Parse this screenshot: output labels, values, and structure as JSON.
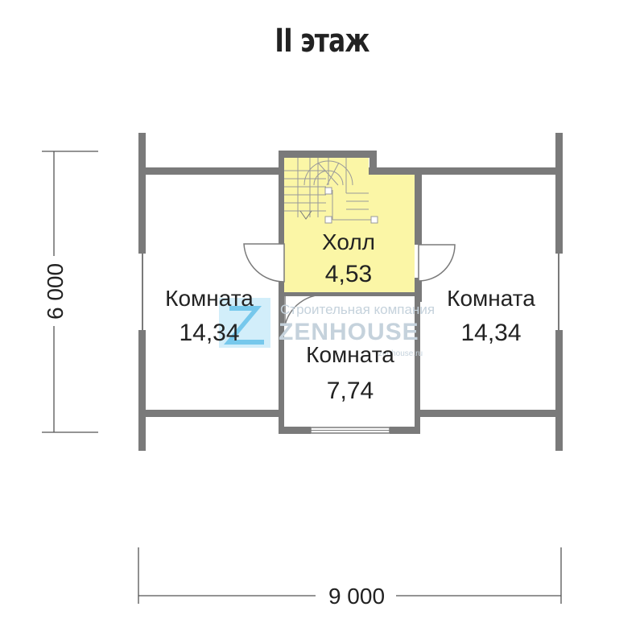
{
  "title": "II этаж",
  "rooms": [
    {
      "name": "Комната",
      "area": "14,34"
    },
    {
      "name": "Холл",
      "area": "4,53"
    },
    {
      "name": "Комната",
      "area": "7,74"
    },
    {
      "name": "Комната",
      "area": "14,34"
    }
  ],
  "dimensions": {
    "height": "6 000",
    "width": "9 000"
  },
  "watermark": {
    "line1": "Строительная компания",
    "line2": "ZENHOUSE",
    "line3": "zenhouse.ru"
  },
  "colors": {
    "wall": "#7a7a7a",
    "hall_fill": "#fbf6a6",
    "text": "#222222",
    "watermark": "#c5d2dc",
    "logo": "#8fd0f0"
  }
}
